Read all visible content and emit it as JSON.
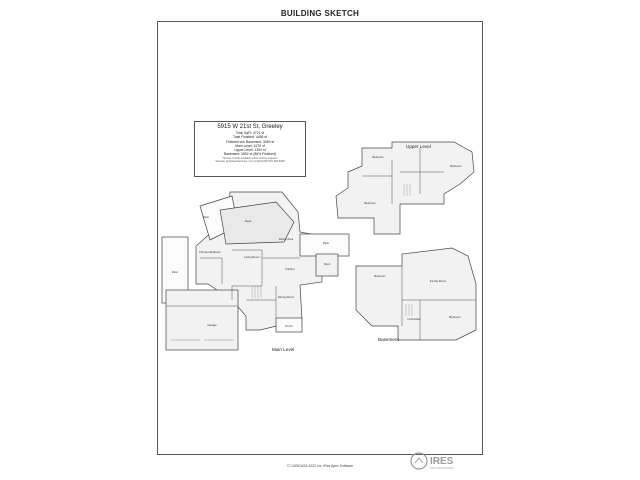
{
  "page": {
    "title": "BUILDING SKETCH"
  },
  "info": {
    "address": "5915 W 21st St, Greeley",
    "lines": [
      "Total SqFt: 4721 sf",
      "Total Finished: 4456 sf",
      "Finished w/o Basement: 3069 sf",
      "Main Level: 1675 sf",
      "Upper Level: 1394 sf",
      "Basement: 1652 sf (86% Finished)"
    ],
    "notes": [
      "*Scope of work available online and by request*",
      "Strauser Appraisal Services, LLC (C)2104209 970-290-5938"
    ]
  },
  "levels": {
    "upper": "Upper Level",
    "main": "Main Level",
    "basement": "Basement"
  },
  "rooms": {
    "patio_top": "Patio",
    "deck": "Deck",
    "dining_area": "Dining Area",
    "patio_right": "Patio",
    "shed": "Shed",
    "patio_left": "Patio",
    "primary_bedroom": "Primary Bedroom",
    "living_room": "Living Room",
    "kitchen": "Kitchen",
    "dining_room": "Dining Room",
    "garage": "Garage",
    "porch": "Porch",
    "up_bed1": "Bedroom",
    "up_bed2": "Bedroom",
    "up_bed3": "Bedroom",
    "bs_bed1": "Bedroom",
    "bs_family": "Family Room",
    "bs_unfinished": "Unfinished",
    "bs_bed2": "Bedroom"
  },
  "footer": {
    "text": "© CUBICASA 2022 Inc. iRes Apex Software"
  },
  "logo": {
    "text": "IRES",
    "sub": "IRES-SPONSORED"
  },
  "colors": {
    "line": "#444444",
    "fill": "#f2f2f2",
    "logo": "#9a9a9a"
  }
}
